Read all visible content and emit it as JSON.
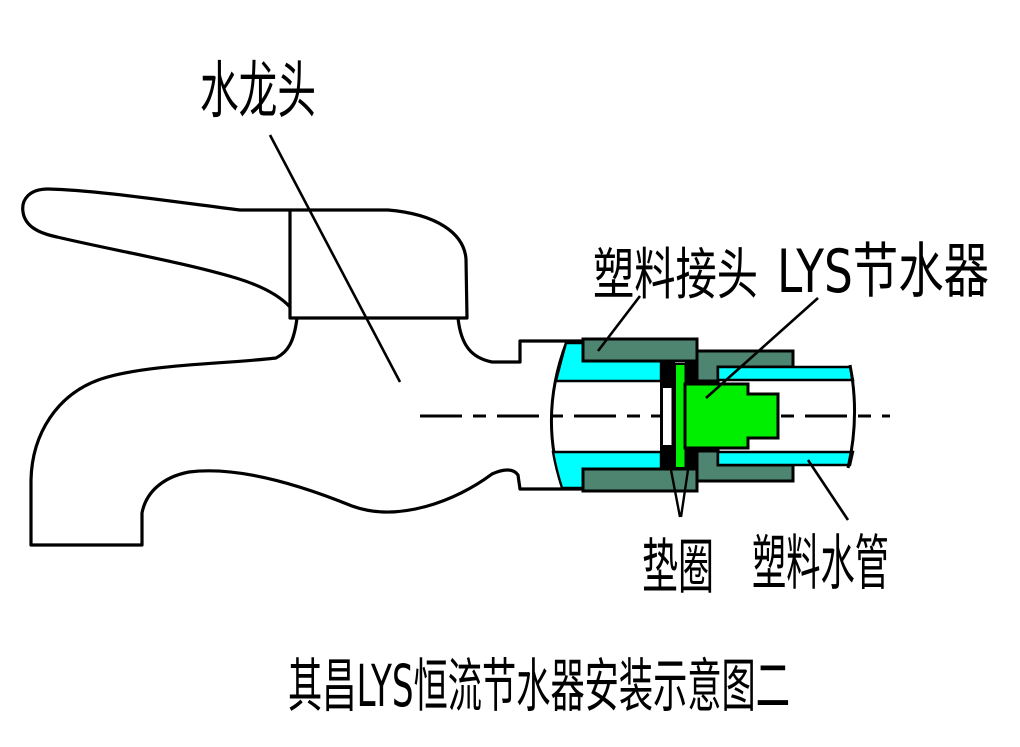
{
  "figure": {
    "type": "technical-installation-diagram",
    "background": "#FFFFFF",
    "labels": {
      "faucet": "水龙头",
      "connector": "塑料接头",
      "device": "LYS节水器",
      "washer": "垫圈",
      "pipe": "塑料水管"
    },
    "caption": "其昌LYS恒流节水器安装示意图二",
    "colors": {
      "outline": "#000000",
      "pipe_wall": "#00FFFF",
      "connector_body": "#4E8570",
      "device_body": "#00EF00",
      "gasket": "#000000",
      "washer_ring": "#FFFFFF"
    }
  }
}
